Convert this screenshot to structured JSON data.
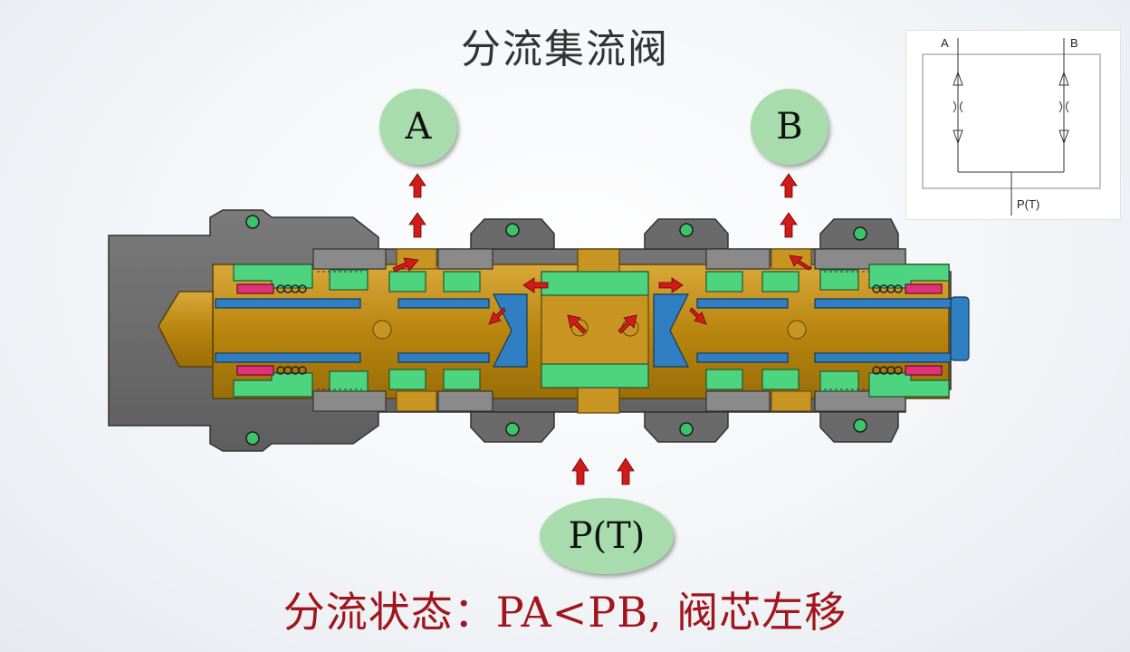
{
  "title": "分流集流阀",
  "ports": {
    "a": "A",
    "b": "B",
    "p": "P(T)"
  },
  "caption": "分流状态：PA<PB, 阀芯左移",
  "symbol": {
    "label_a": "A",
    "label_b": "B",
    "label_p": "P(T)"
  },
  "colors": {
    "body": "#6e6e6e",
    "spool": "#b8850e",
    "green_parts": "#4ed37f",
    "blue_parts": "#2f7fc2",
    "springs": "#e0327a",
    "flow_arrows": "#d01b1b",
    "port_circles": "#a8dcac",
    "caption": "#a0161c"
  }
}
